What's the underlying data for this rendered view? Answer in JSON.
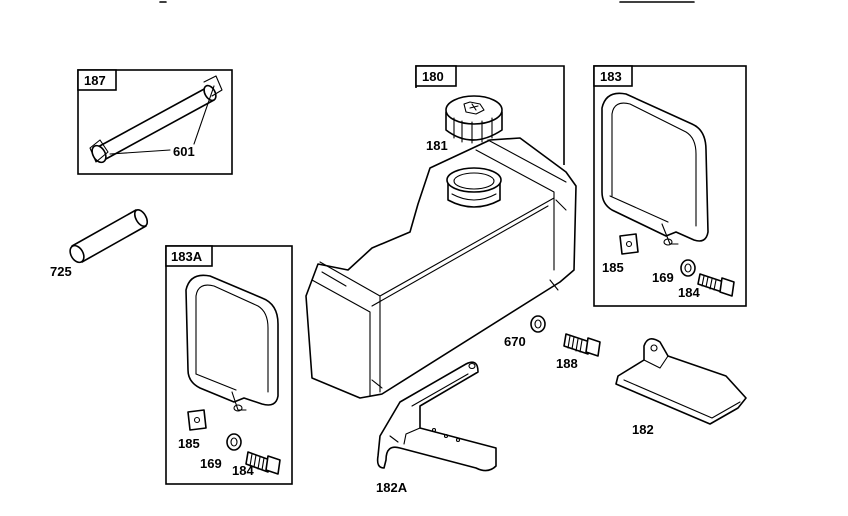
{
  "groups": {
    "g187": "187",
    "g180": "180",
    "g183": "183",
    "g183A": "183A"
  },
  "parts": {
    "p601": "601",
    "p725": "725",
    "p181": "181",
    "p185_right": "185",
    "p169_right": "169",
    "p184_right": "184",
    "p670": "670",
    "p188": "188",
    "p182": "182",
    "p182A": "182A",
    "p185_left": "185",
    "p169_left": "169",
    "p184_left": "184"
  },
  "colors": {
    "line": "#000000",
    "background": "#ffffff"
  }
}
